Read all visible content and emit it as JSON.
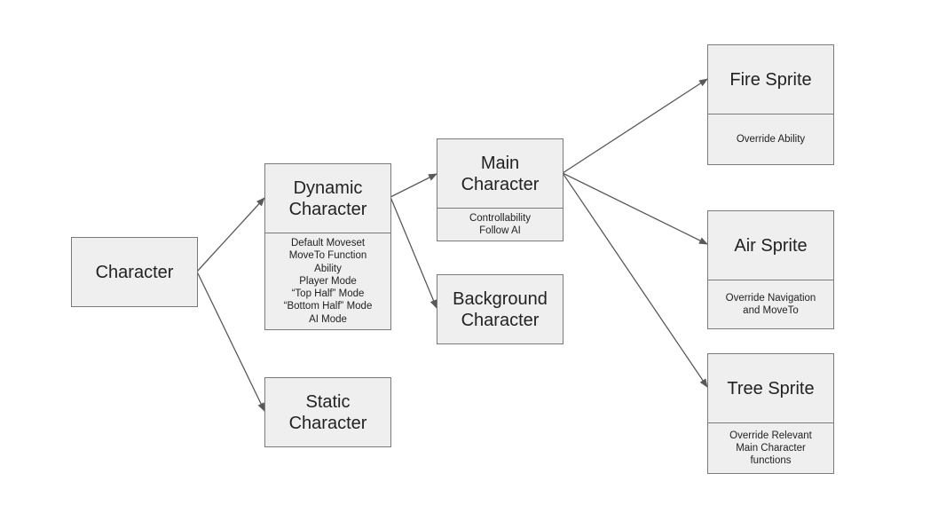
{
  "nodes": {
    "character": {
      "title": "Character"
    },
    "dynamic": {
      "title": "Dynamic\nCharacter",
      "lines": [
        "Default Moveset",
        "MoveTo Function",
        "Ability",
        "Player Mode",
        "“Top Half” Mode",
        "“Bottom Half” Mode",
        "AI Mode"
      ]
    },
    "static": {
      "title": "Static\nCharacter"
    },
    "main": {
      "title": "Main\nCharacter",
      "lines": [
        "Controllability",
        "Follow AI"
      ]
    },
    "background": {
      "title": "Background\nCharacter"
    },
    "fire": {
      "title": "Fire Sprite",
      "lines": [
        "Override Ability"
      ]
    },
    "air": {
      "title": "Air Sprite",
      "lines": [
        "Override Navigation",
        "and MoveTo"
      ]
    },
    "tree": {
      "title": "Tree Sprite",
      "lines": [
        "Override Relevant",
        "Main Character",
        "functions"
      ]
    }
  },
  "edges": [
    {
      "from": "Character",
      "to": "Dynamic Character"
    },
    {
      "from": "Character",
      "to": "Static Character"
    },
    {
      "from": "Dynamic Character",
      "to": "Main Character"
    },
    {
      "from": "Dynamic Character",
      "to": "Background Character"
    },
    {
      "from": "Main Character",
      "to": "Fire Sprite"
    },
    {
      "from": "Main Character",
      "to": "Air Sprite"
    },
    {
      "from": "Main Character",
      "to": "Tree Sprite"
    }
  ],
  "colors": {
    "box_fill": "#efefef",
    "box_border": "#7a7a7a",
    "arrow": "#595959",
    "text": "#222222"
  }
}
